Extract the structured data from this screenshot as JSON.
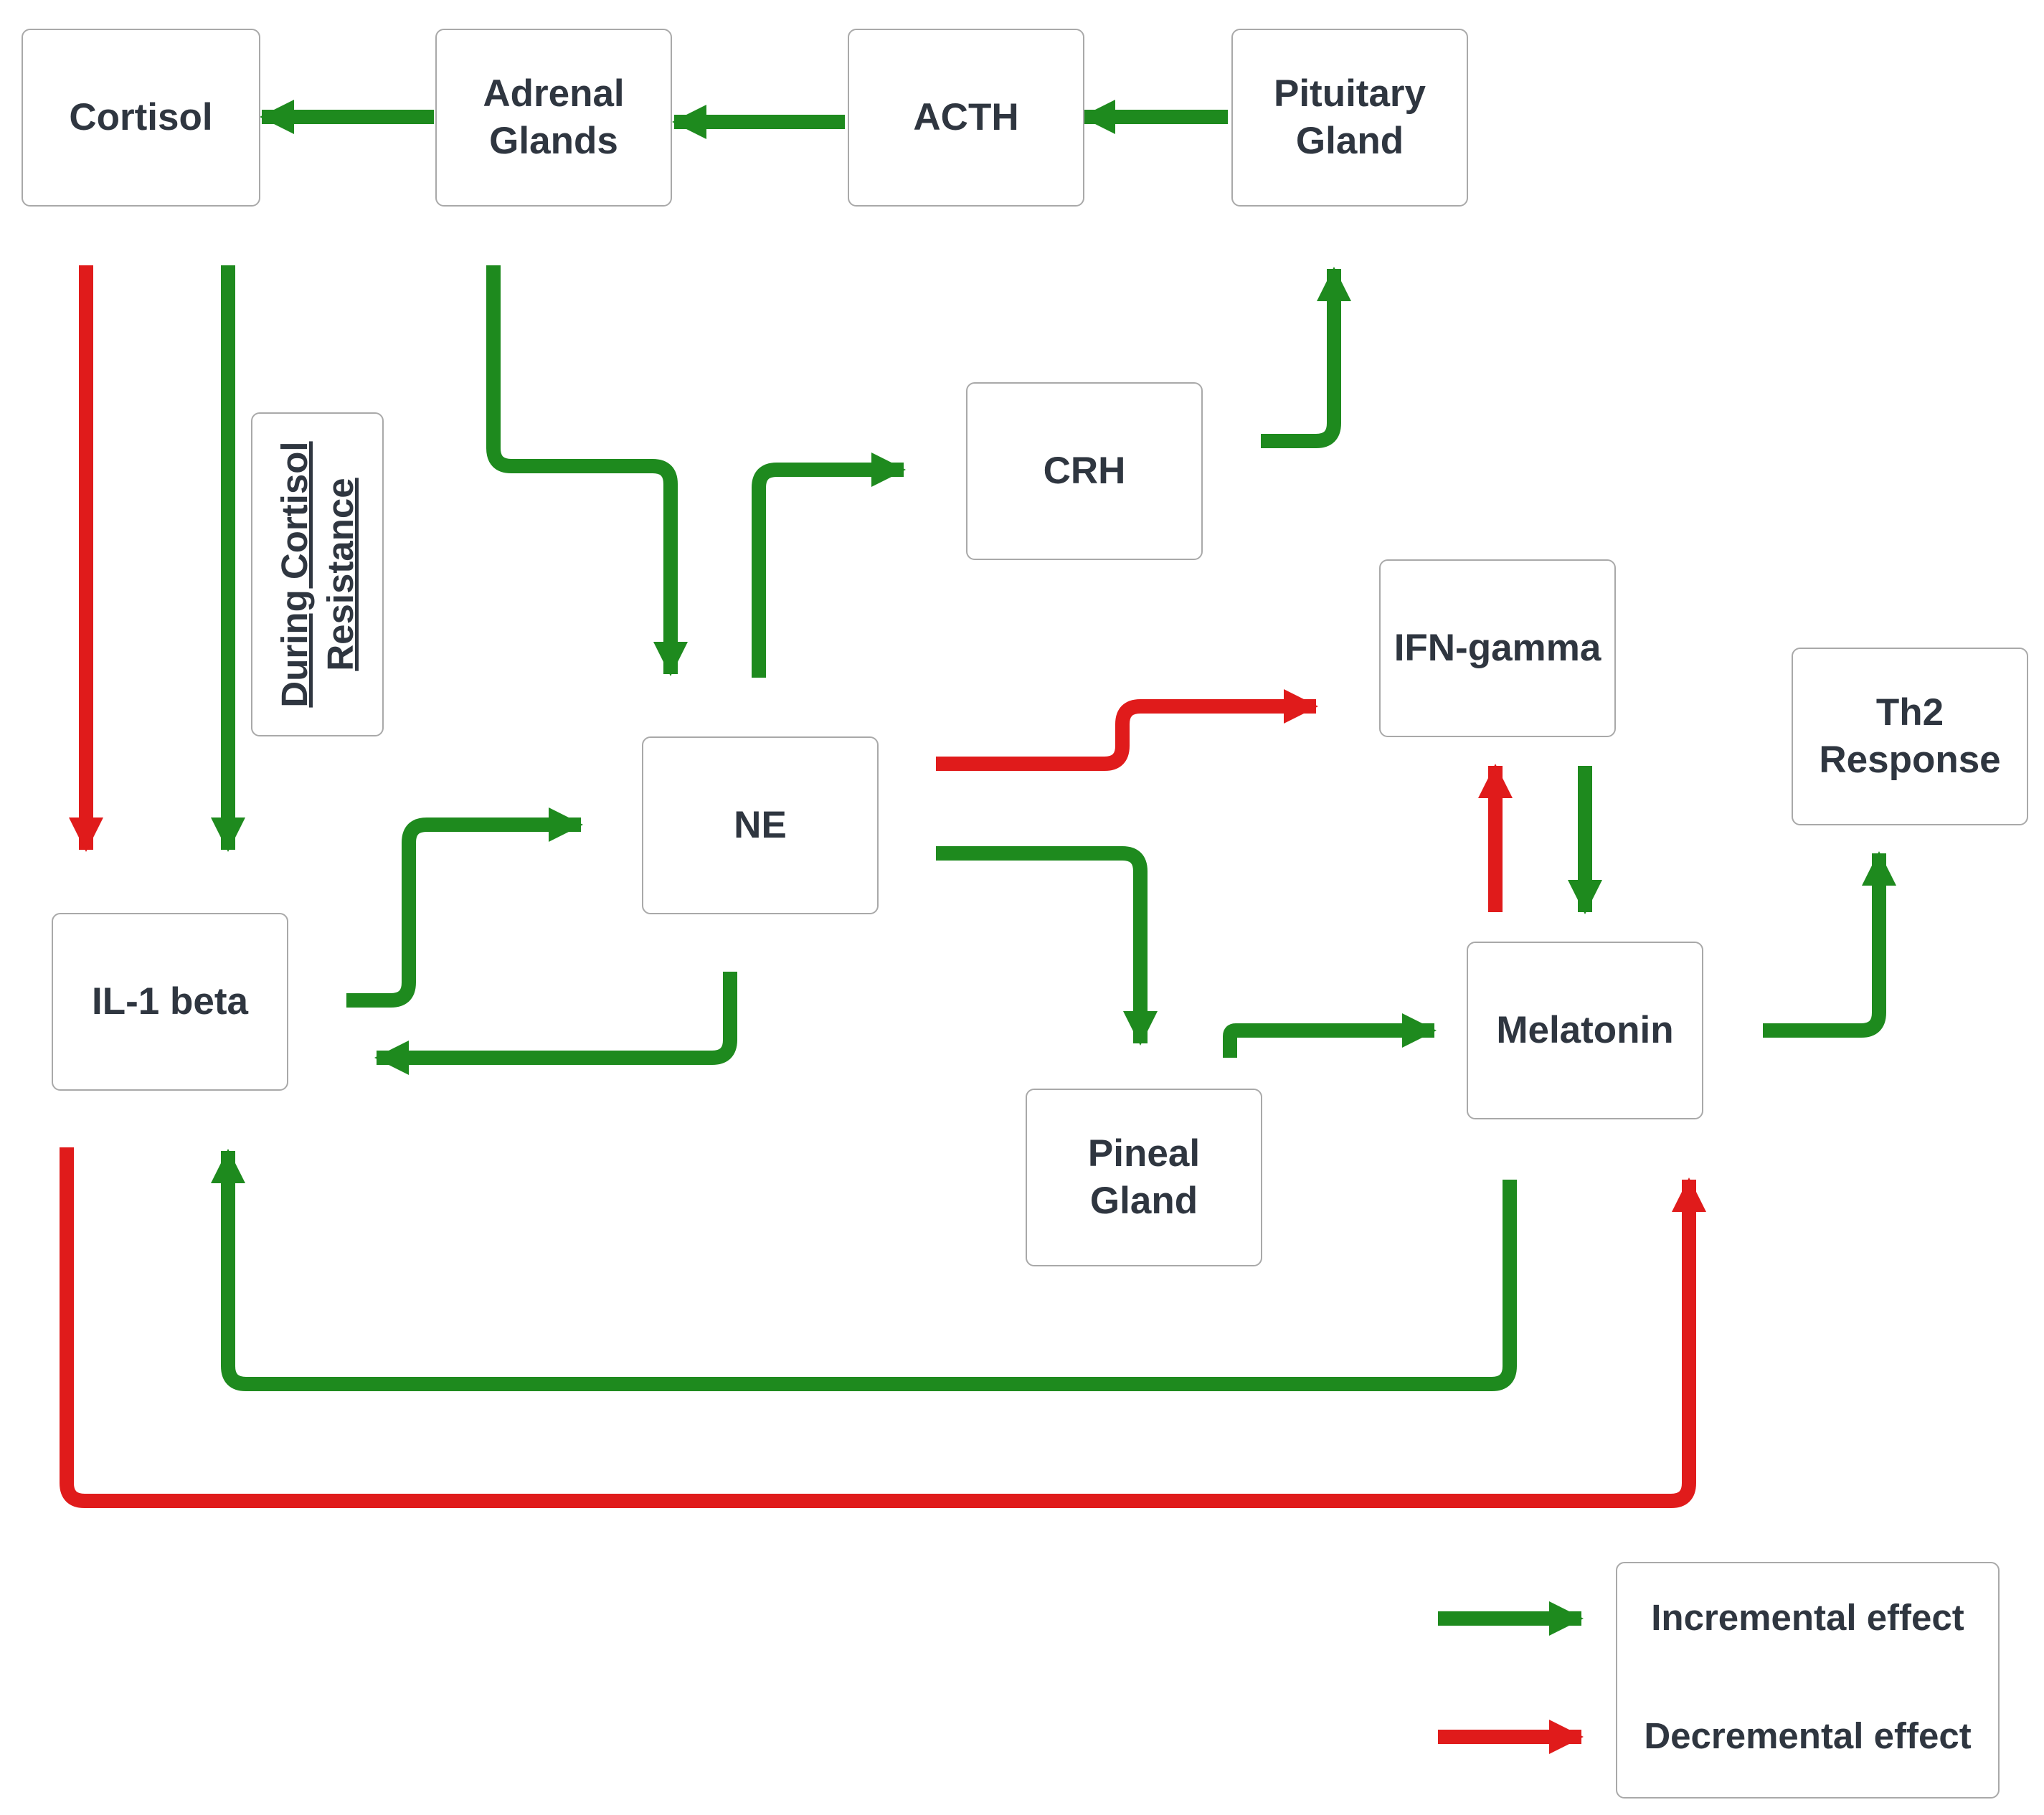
{
  "nodes": {
    "cortisol": "Cortisol",
    "adrenal_line1": "Adrenal",
    "adrenal_line2": "Glands",
    "acth": "ACTH",
    "pituitary_line1": "Pituitary",
    "pituitary_line2": "Gland",
    "crh": "CRH",
    "ifn_gamma": "IFN-gamma",
    "th2_line1": "Th2",
    "th2_line2": "Response",
    "ne": "NE",
    "il1_beta": "IL-1 beta",
    "melatonin": "Melatonin",
    "pineal_line1": "Pineal",
    "pineal_line2": "Gland"
  },
  "note": {
    "line1": "During Cortisol",
    "line2": "Resistance"
  },
  "legend": {
    "incremental": "Incremental effect",
    "decremental": "Decremental effect"
  },
  "colors": {
    "incremental": "#1e8a1e",
    "decremental": "#e01b1b",
    "box_border": "#a9a9a9",
    "text": "#2f3640"
  }
}
